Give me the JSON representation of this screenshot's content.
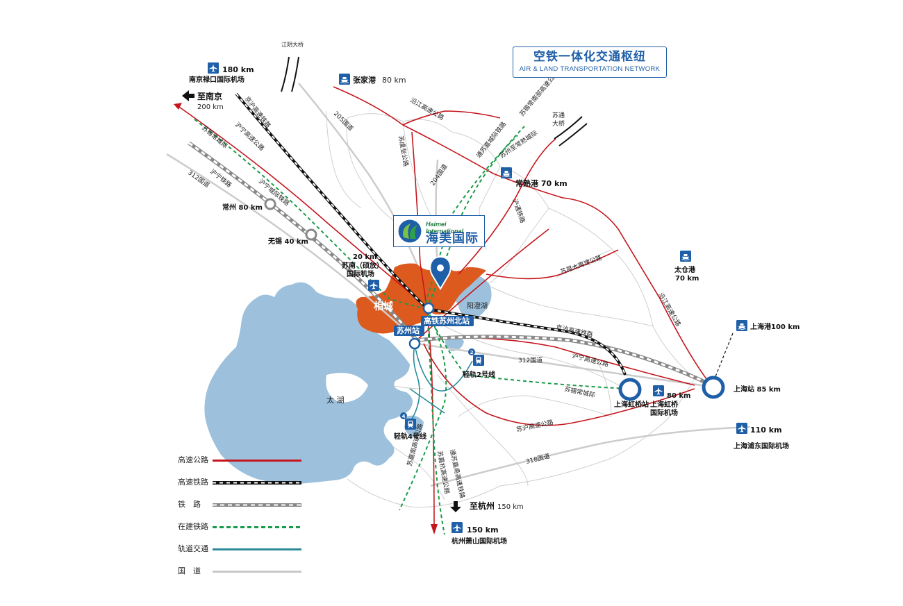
{
  "title": {
    "cn": "空铁一体化交通枢纽",
    "en": "AIR & LAND TRANSPORTATION NETWORK"
  },
  "logo": {
    "en": "Haimei International",
    "cn": "海美国际"
  },
  "colors": {
    "highway": "#c4161c",
    "hsr": "#111111",
    "railway": "#7a7a7a",
    "construction": "#1a9a48",
    "metro": "#2a8a9a",
    "national_road": "#c8c8c8",
    "lake": "#9dc0dc",
    "district": "#dd5a1f",
    "accent": "#1f5fa8"
  },
  "legend": [
    {
      "key": "highway",
      "label": "高速公路"
    },
    {
      "key": "hsr",
      "label": "高速铁路"
    },
    {
      "key": "railway",
      "label": "铁　路"
    },
    {
      "key": "construction",
      "label": "在建铁路"
    },
    {
      "key": "metro",
      "label": "轨道交通"
    },
    {
      "key": "national_road",
      "label": "国　道"
    }
  ],
  "places": {
    "nanjing_airport_dist": "180 km",
    "nanjing_airport": "南京禄口国际机场",
    "to_nanjing": "至南京",
    "to_nanjing_dist": "200 km",
    "jiangyin_bridge": "江阴大桥",
    "zhangjiagang": "张家港",
    "zhangjiagang_dist": "80 km",
    "sutong_bridge_1": "苏通",
    "sutong_bridge_2": "大桥",
    "changshu_port": "常熟港 70 km",
    "taicang_port_1": "太仓港",
    "taicang_port_2": "70 km",
    "changzhou": "常州 80 km",
    "wuxi": "无锡 40 km",
    "sunan_dist": "20 km",
    "sunan_1": "苏南（硕放）",
    "sunan_2": "国际机场",
    "xiangcheng": "相城",
    "yangcheng_lake": "阳澄湖",
    "hsr_north": "高铁苏州北站",
    "suzhou_station": "苏州站",
    "metro2": "轻轨2号线",
    "metro4": "轻轨4号线",
    "taihu": "太 湖",
    "shanghai_port": "上海港100 km",
    "shanghai_station": "上海站 85 km",
    "hongqiao_station": "上海虹桥站",
    "hongqiao_airport_dist": "80 km",
    "hongqiao_airport_1": "上海虹桥",
    "hongqiao_airport_2": "国际机场",
    "pudong_dist": "110 km",
    "pudong": "上海浦东国际机场",
    "to_hangzhou": "至杭州",
    "to_hangzhou_dist": "150 km",
    "hangzhou_airport_dist": "150 km",
    "hangzhou_airport": "杭州萧山国际机场",
    "metro2_num": "2",
    "metro4_num": "4"
  },
  "roads": {
    "r312": "312国道",
    "r312b": "312国道",
    "r205": "205国道",
    "r204": "204国道",
    "r318": "318国道",
    "ninghu_hsr": "京沪高速铁路",
    "ninghu_hwy": "沪宁高速公路",
    "suxichang": "苏锡常城际",
    "huning_rail": "沪宁铁路",
    "huning_intercity": "沪宁城际铁路",
    "yanjiang_hwy": "沿江高速公路",
    "yanjiang_hwy2": "沿江高速公路",
    "suyu_hwy": "苏虞张公路",
    "sujiahang": "苏嘉杭高速公路",
    "tongsujiayong": "通苏嘉甬高速铁路",
    "sukun_hwy": "苏昆太高速公路",
    "jinghu_hsr2": "京沪高速铁路",
    "huning_hwy2": "沪宁高速公路",
    "suxichang2": "苏锡常城际",
    "suhu_hwy": "苏沪高速公路",
    "sushang": "苏锡常南部高速公路",
    "tongsujia": "通苏嘉城际铁路",
    "suzhou_xinyang": "苏州至常熟城际",
    "hutong_rail": "沪通铁路",
    "changsu_hwy": "苏嘉南高速公路"
  }
}
